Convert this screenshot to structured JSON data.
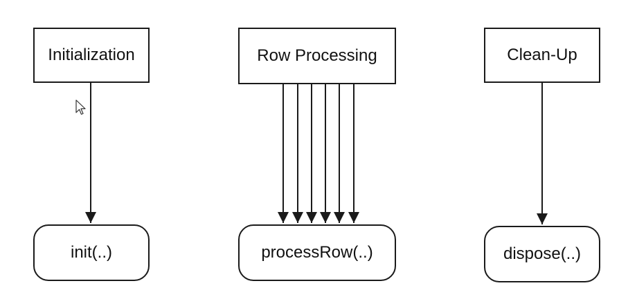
{
  "stages": [
    {
      "id": "initialization",
      "label": "Initialization",
      "method": "init(..)"
    },
    {
      "id": "row-processing",
      "label": "Row Processing",
      "method": "processRow(..)"
    },
    {
      "id": "clean-up",
      "label": "Clean-Up",
      "method": "dispose(..)"
    }
  ],
  "colors": {
    "stroke": "#1a1a1a",
    "background": "#ffffff",
    "text": "#111111"
  },
  "cursor_icon": "mouse-pointer-icon"
}
